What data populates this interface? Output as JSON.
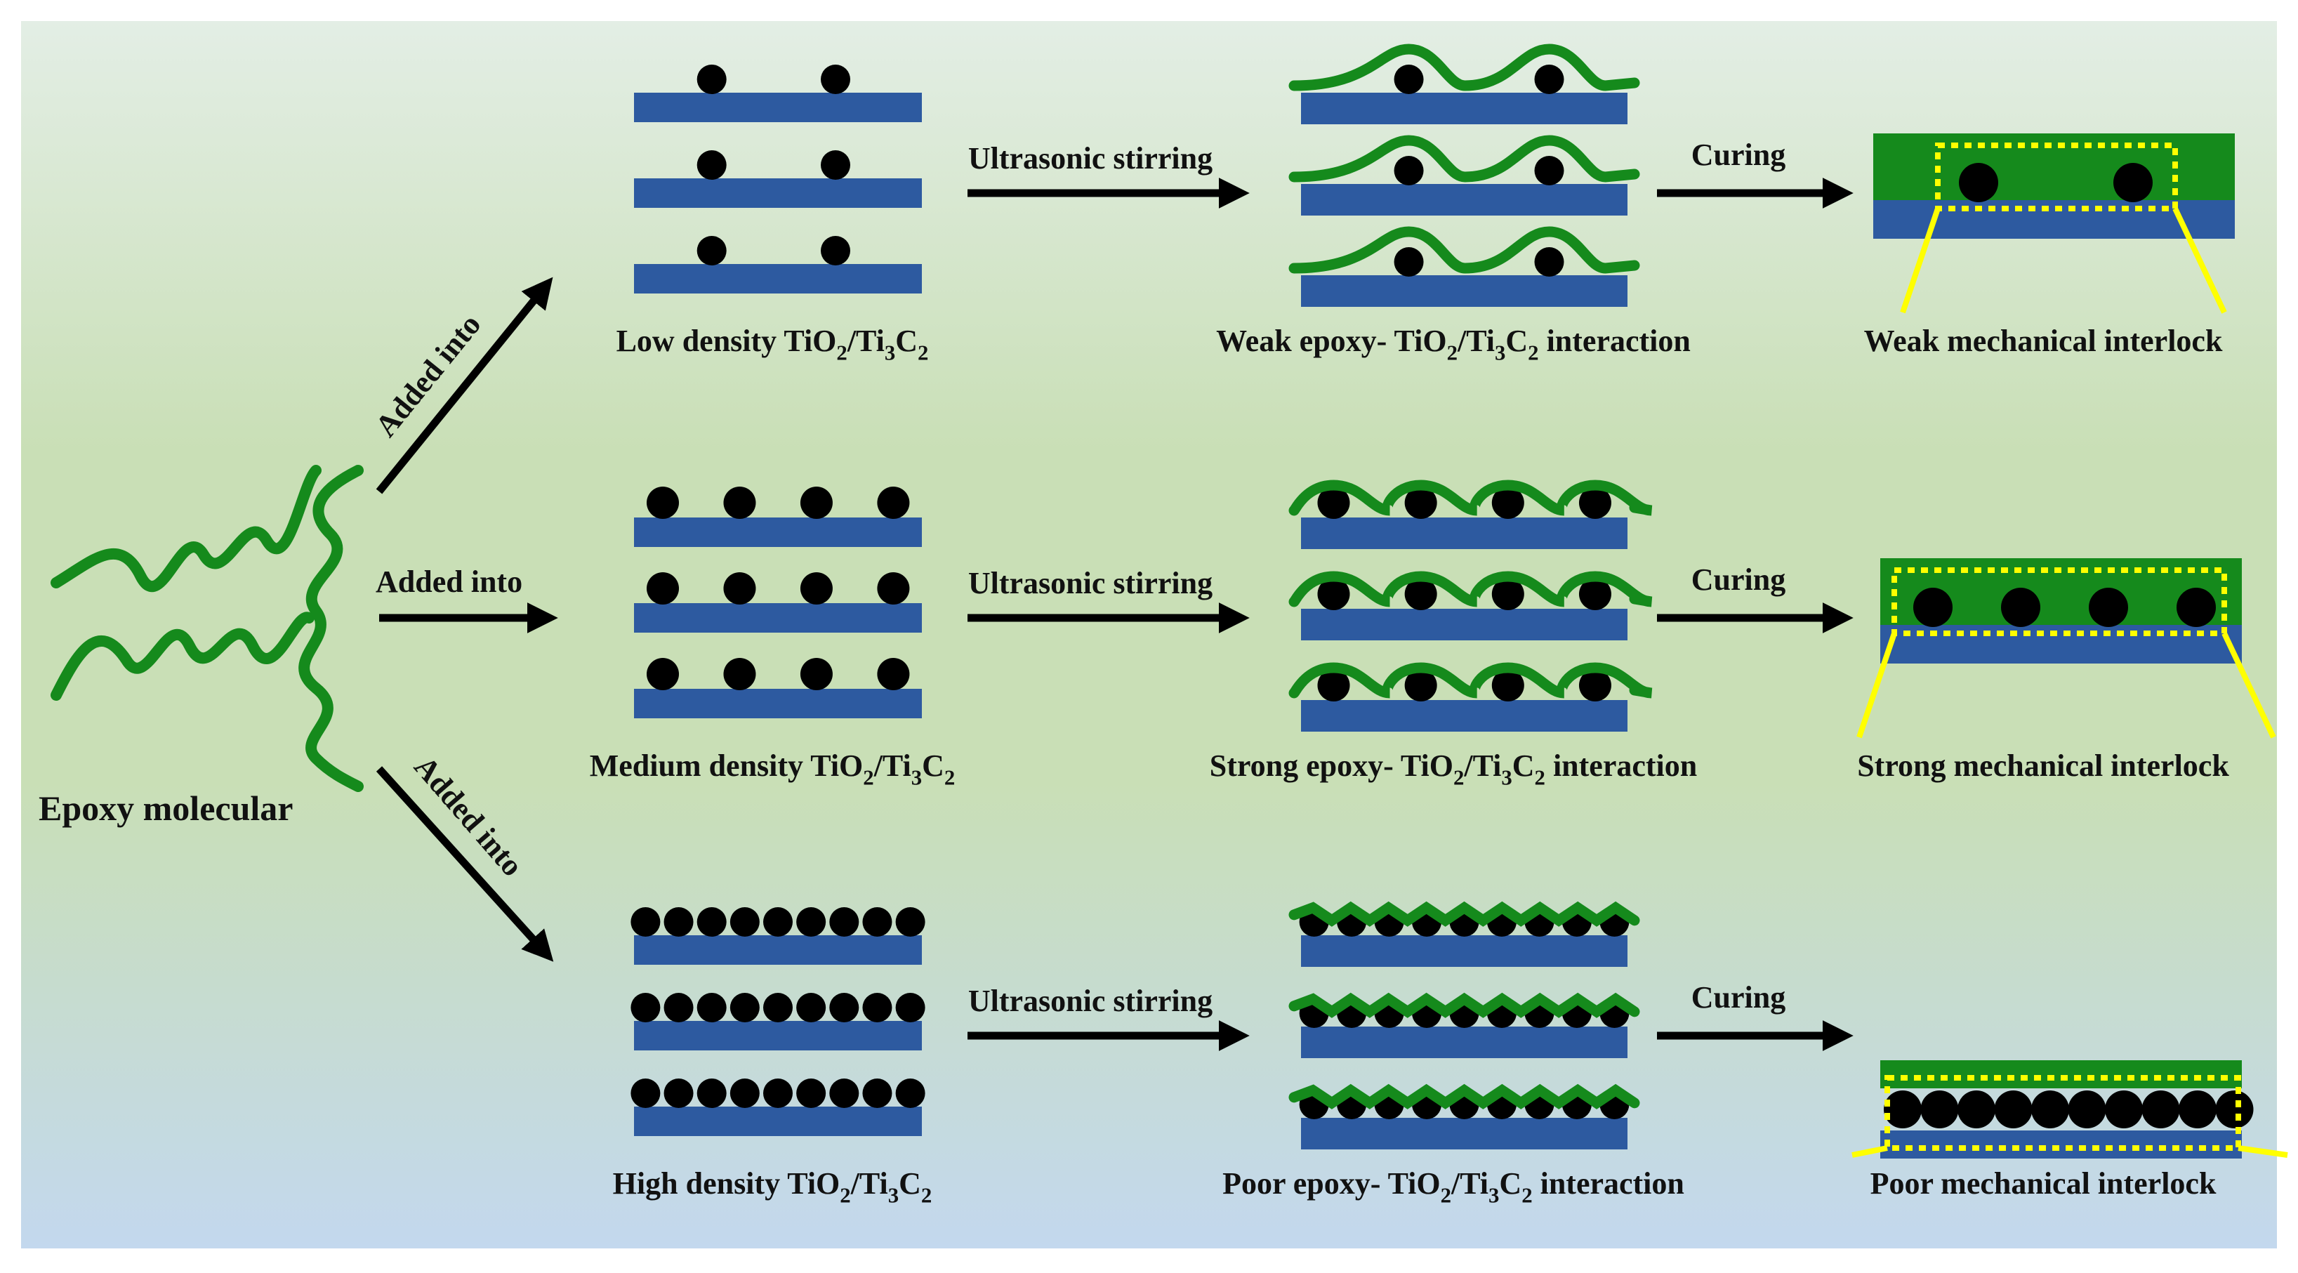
{
  "colors": {
    "bg_top": "#e3eee5",
    "bg_mid": "#c9dfb6",
    "bg_bottom": "#c3d8ee",
    "sheet": "#2d5aa0",
    "epoxy": "#158a1c",
    "particle": "#000000",
    "arrow": "#000000",
    "highlight": "#ffff00"
  },
  "source": {
    "label": "Epoxy molecular"
  },
  "rows": [
    {
      "id": "low",
      "added_label": "Added into",
      "density_prefix": "Low density",
      "stir_label": "Ultrasonic stirring",
      "interaction_prefix": "Weak epoxy-",
      "interaction_suffix": "interaction",
      "cure_label": "Curing",
      "interlock_label": "Weak mechanical interlock",
      "particles_per_sheet": 2,
      "epoxy_contact": "weak"
    },
    {
      "id": "medium",
      "added_label": "Added into",
      "density_prefix": "Medium density",
      "stir_label": "Ultrasonic stirring",
      "interaction_prefix": "Strong epoxy-",
      "interaction_suffix": "interaction",
      "cure_label": "Curing",
      "interlock_label": "Strong mechanical interlock",
      "particles_per_sheet": 4,
      "epoxy_contact": "strong"
    },
    {
      "id": "high",
      "added_label": "Added into",
      "density_prefix": "High density",
      "stir_label": "Ultrasonic stirring",
      "interaction_prefix": "Poor epoxy-",
      "interaction_suffix": "interaction",
      "cure_label": "Curing",
      "interlock_label": "Poor mechanical interlock",
      "particles_per_sheet": 9,
      "epoxy_contact": "poor"
    }
  ],
  "formula": {
    "a": "TiO",
    "a_sub": "2",
    "slash": "/Ti",
    "b_sub": "3",
    "c": "C",
    "c_sub": "2"
  }
}
